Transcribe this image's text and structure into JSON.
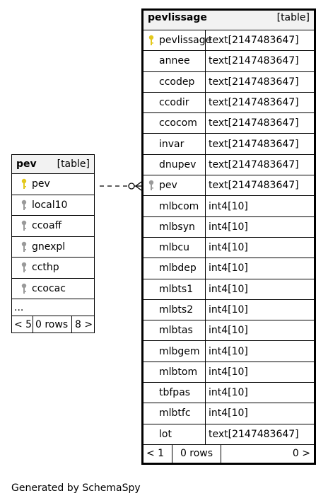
{
  "colors": {
    "primary_key": "#e3c81c",
    "foreign_key": "#9a9a9a"
  },
  "pev": {
    "name": "pev",
    "kind": "[table]",
    "columns": [
      {
        "name": "pev",
        "key": "primary"
      },
      {
        "name": "local10",
        "key": "foreign"
      },
      {
        "name": "ccoaff",
        "key": "foreign"
      },
      {
        "name": "gnexpl",
        "key": "foreign"
      },
      {
        "name": "ccthp",
        "key": "foreign"
      },
      {
        "name": "ccocac",
        "key": "foreign"
      }
    ],
    "ellipsis": "...",
    "footer": {
      "left": "< 5",
      "middle": "0 rows",
      "right": "8 >"
    }
  },
  "pevlissage": {
    "name": "pevlissage",
    "kind": "[table]",
    "columns": [
      {
        "name": "pevlissage",
        "type": "text[2147483647]",
        "key": "primary"
      },
      {
        "name": "annee",
        "type": "text[2147483647]",
        "key": ""
      },
      {
        "name": "ccodep",
        "type": "text[2147483647]",
        "key": ""
      },
      {
        "name": "ccodir",
        "type": "text[2147483647]",
        "key": ""
      },
      {
        "name": "ccocom",
        "type": "text[2147483647]",
        "key": ""
      },
      {
        "name": "invar",
        "type": "text[2147483647]",
        "key": ""
      },
      {
        "name": "dnupev",
        "type": "text[2147483647]",
        "key": ""
      },
      {
        "name": "pev",
        "type": "text[2147483647]",
        "key": "foreign"
      },
      {
        "name": "mlbcom",
        "type": "int4[10]",
        "key": ""
      },
      {
        "name": "mlbsyn",
        "type": "int4[10]",
        "key": ""
      },
      {
        "name": "mlbcu",
        "type": "int4[10]",
        "key": ""
      },
      {
        "name": "mlbdep",
        "type": "int4[10]",
        "key": ""
      },
      {
        "name": "mlbts1",
        "type": "int4[10]",
        "key": ""
      },
      {
        "name": "mlbts2",
        "type": "int4[10]",
        "key": ""
      },
      {
        "name": "mlbtas",
        "type": "int4[10]",
        "key": ""
      },
      {
        "name": "mlbgem",
        "type": "int4[10]",
        "key": ""
      },
      {
        "name": "mlbtom",
        "type": "int4[10]",
        "key": ""
      },
      {
        "name": "tbfpas",
        "type": "int4[10]",
        "key": ""
      },
      {
        "name": "mlbtfc",
        "type": "int4[10]",
        "key": ""
      },
      {
        "name": "lot",
        "type": "text[2147483647]",
        "key": ""
      }
    ],
    "footer": {
      "left": "< 1",
      "middle": "0 rows",
      "right": "0 >"
    }
  },
  "generated_by": "Generated by SchemaSpy"
}
